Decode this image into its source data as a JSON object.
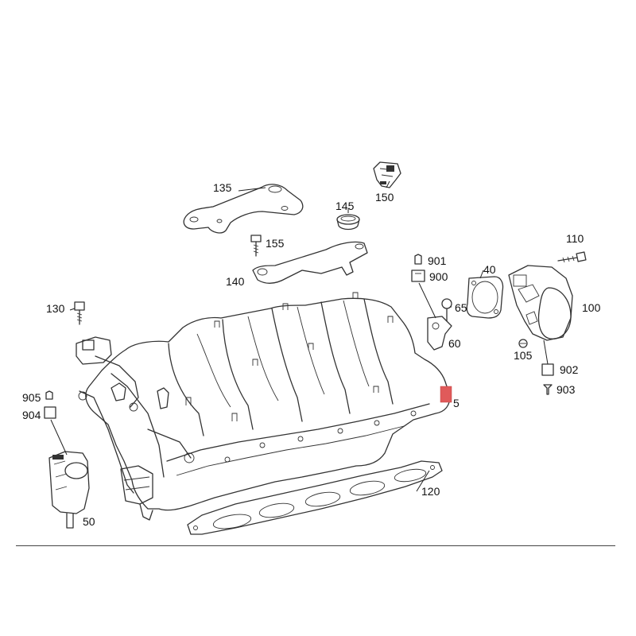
{
  "callouts": {
    "c5": "5",
    "c40": "40",
    "c50": "50",
    "c60": "60",
    "c65": "65",
    "c100": "100",
    "c105": "105",
    "c110": "110",
    "c120": "120",
    "c130": "130",
    "c135": "135",
    "c140": "140",
    "c145": "145",
    "c150": "150",
    "c155": "155",
    "c900": "900",
    "c901": "901",
    "c902": "902",
    "c903": "903",
    "c904": "904",
    "c905": "905"
  },
  "colors": {
    "line": "#333333",
    "highlight": "#e05a5a"
  }
}
